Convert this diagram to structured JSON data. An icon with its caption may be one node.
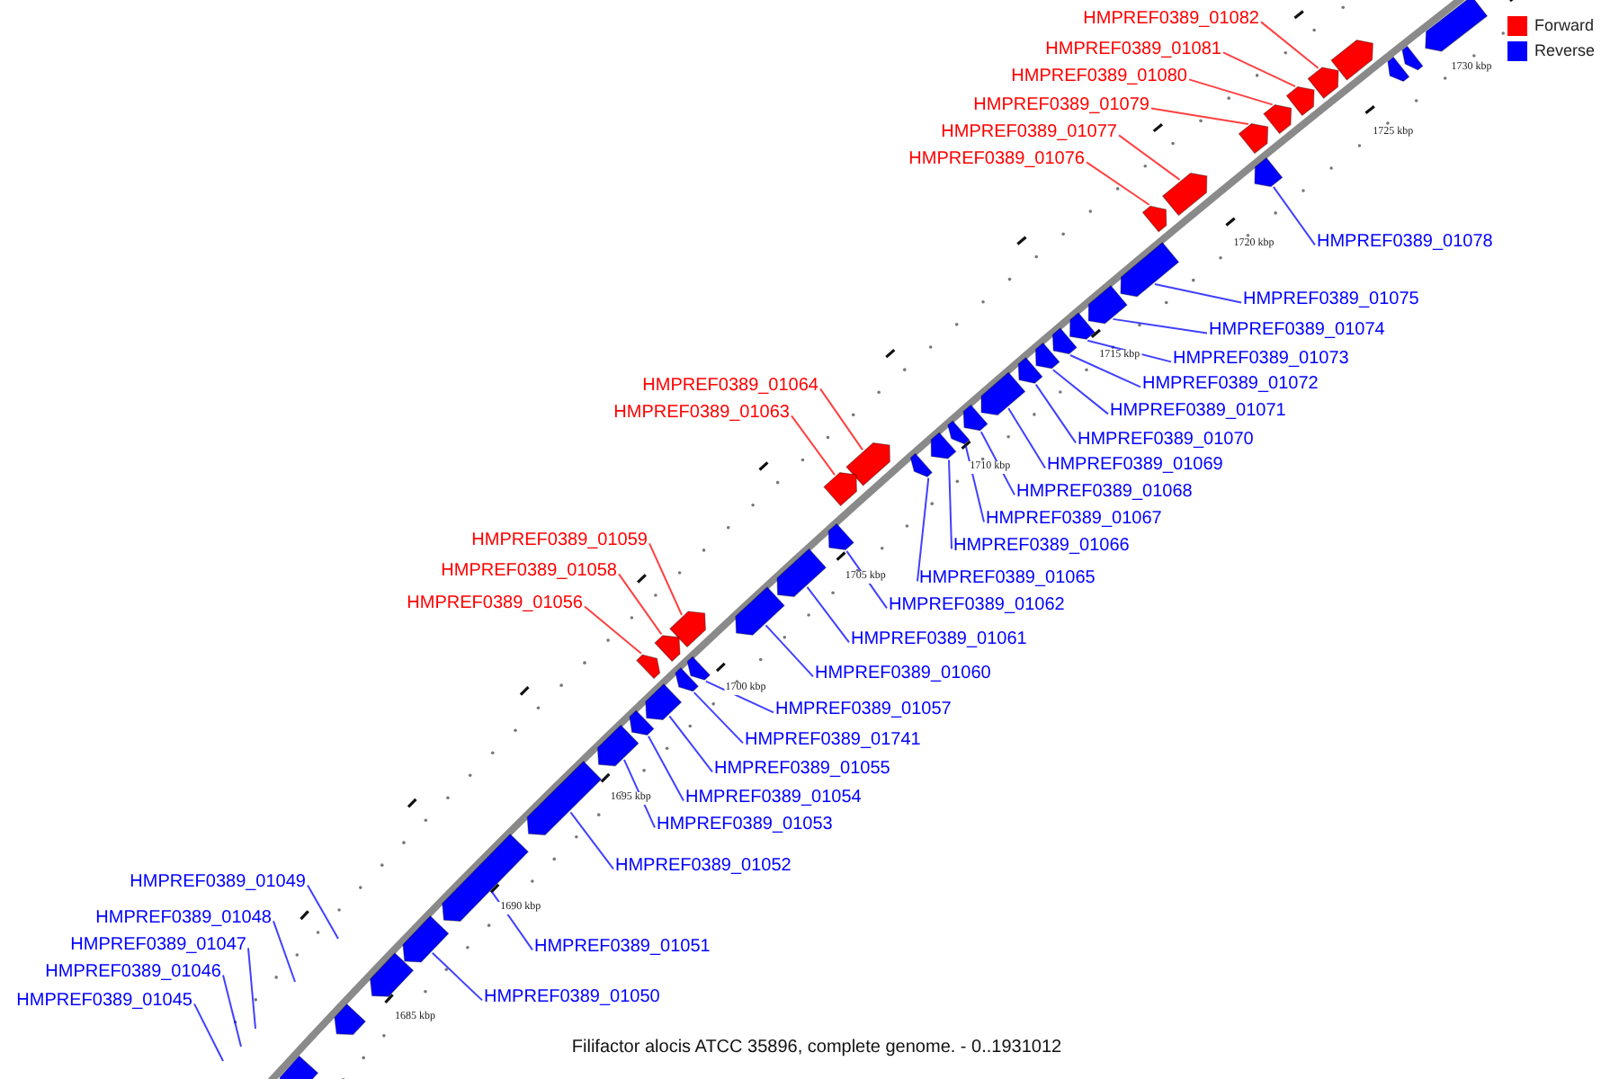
{
  "diagram": {
    "caption": "Filifactor alocis ATCC 35896, complete genome. - 0..1931012",
    "nodes": [
      {
        "text": [
          "HMPREF0389_01082"
        ]
      },
      {
        "text": [
          "HMPREF0389_01081"
        ]
      },
      {
        "text": [
          "HMPREF0389_01080"
        ]
      },
      {
        "text": [
          "HMPREF0389_01079"
        ]
      },
      {
        "text": [
          "HMPREF0389_01077"
        ]
      },
      {
        "text": [
          "HMPREF0389_01076"
        ]
      },
      {
        "text": [
          "HMPREF0389_01078"
        ]
      },
      {
        "text": [
          "HMPREF0389_01075"
        ]
      },
      {
        "text": [
          "HMPREF0389_01074"
        ]
      },
      {
        "text": [
          "HMPREF0389_01073"
        ]
      },
      {
        "text": [
          "HMPREF0389_01072"
        ]
      },
      {
        "text": [
          "HMPREF0389_01064"
        ]
      },
      {
        "text": [
          "HMPREF0389_01071"
        ]
      },
      {
        "text": [
          "HMPREF0389_01063"
        ]
      },
      {
        "text": [
          "HMPREF0389_01070"
        ]
      },
      {
        "text": [
          "HMPREF0389_01069"
        ]
      },
      {
        "text": [
          "HMPREF0389_01068"
        ]
      },
      {
        "text": [
          "HMPREF0389_01067"
        ]
      },
      {
        "text": [
          "HMPREF0389_01059"
        ]
      },
      {
        "text": [
          "HMPREF0389_01066"
        ]
      },
      {
        "text": [
          "HMPREF0389_01058"
        ]
      },
      {
        "text": [
          "HMPREF0389_01065"
        ]
      },
      {
        "text": [
          "HMPREF0389_01056"
        ]
      },
      {
        "text": [
          "HMPREF0389_01062"
        ]
      },
      {
        "text": [
          "HMPREF0389_01061"
        ]
      },
      {
        "text": [
          "HMPREF0389_01060"
        ]
      },
      {
        "text": [
          "HMPREF0389_01057"
        ]
      },
      {
        "text": [
          "HMPREF0389_01741"
        ]
      },
      {
        "text": [
          "HMPREF0389_01055"
        ]
      },
      {
        "text": [
          "HMPREF0389_01054"
        ]
      },
      {
        "text": [
          "HMPREF0389_01053"
        ]
      },
      {
        "text": [
          "HMPREF0389_01052"
        ]
      },
      {
        "text": [
          "HMPREF0389_01049"
        ]
      },
      {
        "text": [
          "HMPREF0389_01048"
        ]
      },
      {
        "text": [
          "HMPREF0389_01047"
        ]
      },
      {
        "text": [
          "HMPREF0389_01051"
        ]
      },
      {
        "text": [
          "HMPREF0389_01046"
        ]
      },
      {
        "text": [
          "HMPREF0389_01050"
        ]
      },
      {
        "text": [
          "HMPREF0389_01045"
        ]
      },
      {
        "text": [],
        "shape": "arrow"
      },
      {
        "text": [],
        "shape": "arrow"
      },
      {
        "text": [],
        "shape": "arrow"
      },
      {
        "text": [],
        "shape": "arrow"
      },
      {
        "text": [],
        "shape": "arrow"
      },
      {
        "text": [],
        "shape": "arrow"
      },
      {
        "text": [],
        "shape": "arrow"
      },
      {
        "text": [],
        "shape": "arrow"
      },
      {
        "text": [],
        "shape": "arrow"
      },
      {
        "text": [],
        "shape": "arrow"
      },
      {
        "text": [],
        "shape": "arrow"
      },
      {
        "text": [],
        "shape": "arrow"
      },
      {
        "text": [],
        "shape": "arrow"
      },
      {
        "text": [],
        "shape": "arrow"
      },
      {
        "text": [],
        "shape": "arrow"
      },
      {
        "text": [],
        "shape": "arrow"
      },
      {
        "text": [],
        "shape": "arrow"
      },
      {
        "text": [],
        "shape": "arrow"
      },
      {
        "text": [],
        "shape": "arrow"
      },
      {
        "text": [],
        "shape": "arrow"
      },
      {
        "text": [],
        "shape": "arrow"
      },
      {
        "text": [],
        "shape": "arrow"
      },
      {
        "text": [],
        "shape": "arrow"
      },
      {
        "text": [],
        "shape": "arrow"
      },
      {
        "text": [],
        "shape": "arrow"
      },
      {
        "text": [],
        "shape": "arrow"
      },
      {
        "text": [],
        "shape": "arrow"
      },
      {
        "text": [],
        "shape": "arrow"
      },
      {
        "text": [],
        "shape": "arrow"
      },
      {
        "text": [],
        "shape": "arrow"
      },
      {
        "text": [],
        "shape": "arrow"
      },
      {
        "text": [],
        "shape": "arrow"
      },
      {
        "text": [],
        "shape": "arrow"
      },
      {
        "text": [],
        "shape": "arrow"
      },
      {
        "text": [],
        "shape": "arrow"
      },
      {
        "text": [],
        "shape": "arrow"
      },
      {
        "text": [],
        "shape": "arrow"
      },
      {
        "text": [],
        "shape": "arrow"
      },
      {
        "text": [],
        "shape": "arrow"
      },
      {
        "text": [],
        "shape": "arrow"
      },
      {
        "text": [],
        "shape": "arrow"
      }
    ],
    "edges": [
      {
        "from": 0,
        "to": 43,
        "arrow": "none",
        "color": "#ff0000"
      },
      {
        "from": 1,
        "to": 44,
        "arrow": "none",
        "color": "#ff0000"
      },
      {
        "from": 2,
        "to": 45,
        "arrow": "none",
        "color": "#ff0000"
      },
      {
        "from": 3,
        "to": 46,
        "arrow": "none",
        "color": "#ff0000"
      },
      {
        "from": 4,
        "to": 48,
        "arrow": "none",
        "color": "#ff0000"
      },
      {
        "from": 5,
        "to": 49,
        "arrow": "none",
        "color": "#ff0000"
      },
      {
        "from": 6,
        "to": 47,
        "arrow": "none"
      },
      {
        "from": 7,
        "to": 50,
        "arrow": "none"
      },
      {
        "from": 8,
        "to": 51,
        "arrow": "none"
      },
      {
        "from": 9,
        "to": 52,
        "arrow": "none"
      },
      {
        "from": 10,
        "to": 53,
        "arrow": "none"
      },
      {
        "from": 11,
        "to": 60,
        "arrow": "none",
        "color": "#ff0000"
      },
      {
        "from": 12,
        "to": 54,
        "arrow": "none"
      },
      {
        "from": 13,
        "to": 61,
        "arrow": "none",
        "color": "#ff0000"
      },
      {
        "from": 14,
        "to": 55,
        "arrow": "none"
      },
      {
        "from": 15,
        "to": 56,
        "arrow": "none"
      },
      {
        "from": 16,
        "to": 57,
        "arrow": "none"
      },
      {
        "from": 17,
        "to": 58,
        "arrow": "none"
      },
      {
        "from": 18,
        "to": 65,
        "arrow": "none",
        "color": "#ff0000"
      },
      {
        "from": 19,
        "to": 59,
        "arrow": "none"
      },
      {
        "from": 20,
        "to": 66,
        "arrow": "none",
        "color": "#ff0000"
      },
      {
        "from": 21,
        "to": 79,
        "arrow": "none"
      },
      {
        "from": 22,
        "to": 69,
        "arrow": "none",
        "color": "#ff0000"
      },
      {
        "from": 23,
        "to": 62,
        "arrow": "none"
      },
      {
        "from": 24,
        "to": 63,
        "arrow": "none"
      },
      {
        "from": 25,
        "to": 64,
        "arrow": "none"
      },
      {
        "from": 26,
        "to": 67,
        "arrow": "none"
      },
      {
        "from": 27,
        "to": 68,
        "arrow": "none"
      },
      {
        "from": 28,
        "to": 70,
        "arrow": "none"
      },
      {
        "from": 29,
        "to": 71,
        "arrow": "none"
      },
      {
        "from": 30,
        "to": 72,
        "arrow": "none"
      },
      {
        "from": 31,
        "to": 73,
        "arrow": "none"
      },
      {
        "from": 32,
        "to": null,
        "arrow": "none"
      },
      {
        "from": 33,
        "to": null,
        "arrow": "none"
      },
      {
        "from": 34,
        "to": null,
        "arrow": "none"
      },
      {
        "from": 35,
        "to": 74,
        "arrow": "none"
      },
      {
        "from": 36,
        "to": null,
        "arrow": "none"
      },
      {
        "from": 37,
        "to": 75,
        "arrow": "none"
      },
      {
        "from": 38,
        "to": null,
        "arrow": "none"
      }
    ],
    "labels": [
      "1730 kbp",
      "1725 kbp",
      "1720 kbp",
      "1715 kbp",
      "1710 kbp",
      "1705 kbp",
      "1700 kbp",
      "1695 kbp",
      "1690 kbp",
      "1685 kbp"
    ],
    "legend": [
      {
        "text": "Forward",
        "color": "#ff0000"
      },
      {
        "text": "Reverse",
        "color": "#0000ff"
      }
    ]
  }
}
